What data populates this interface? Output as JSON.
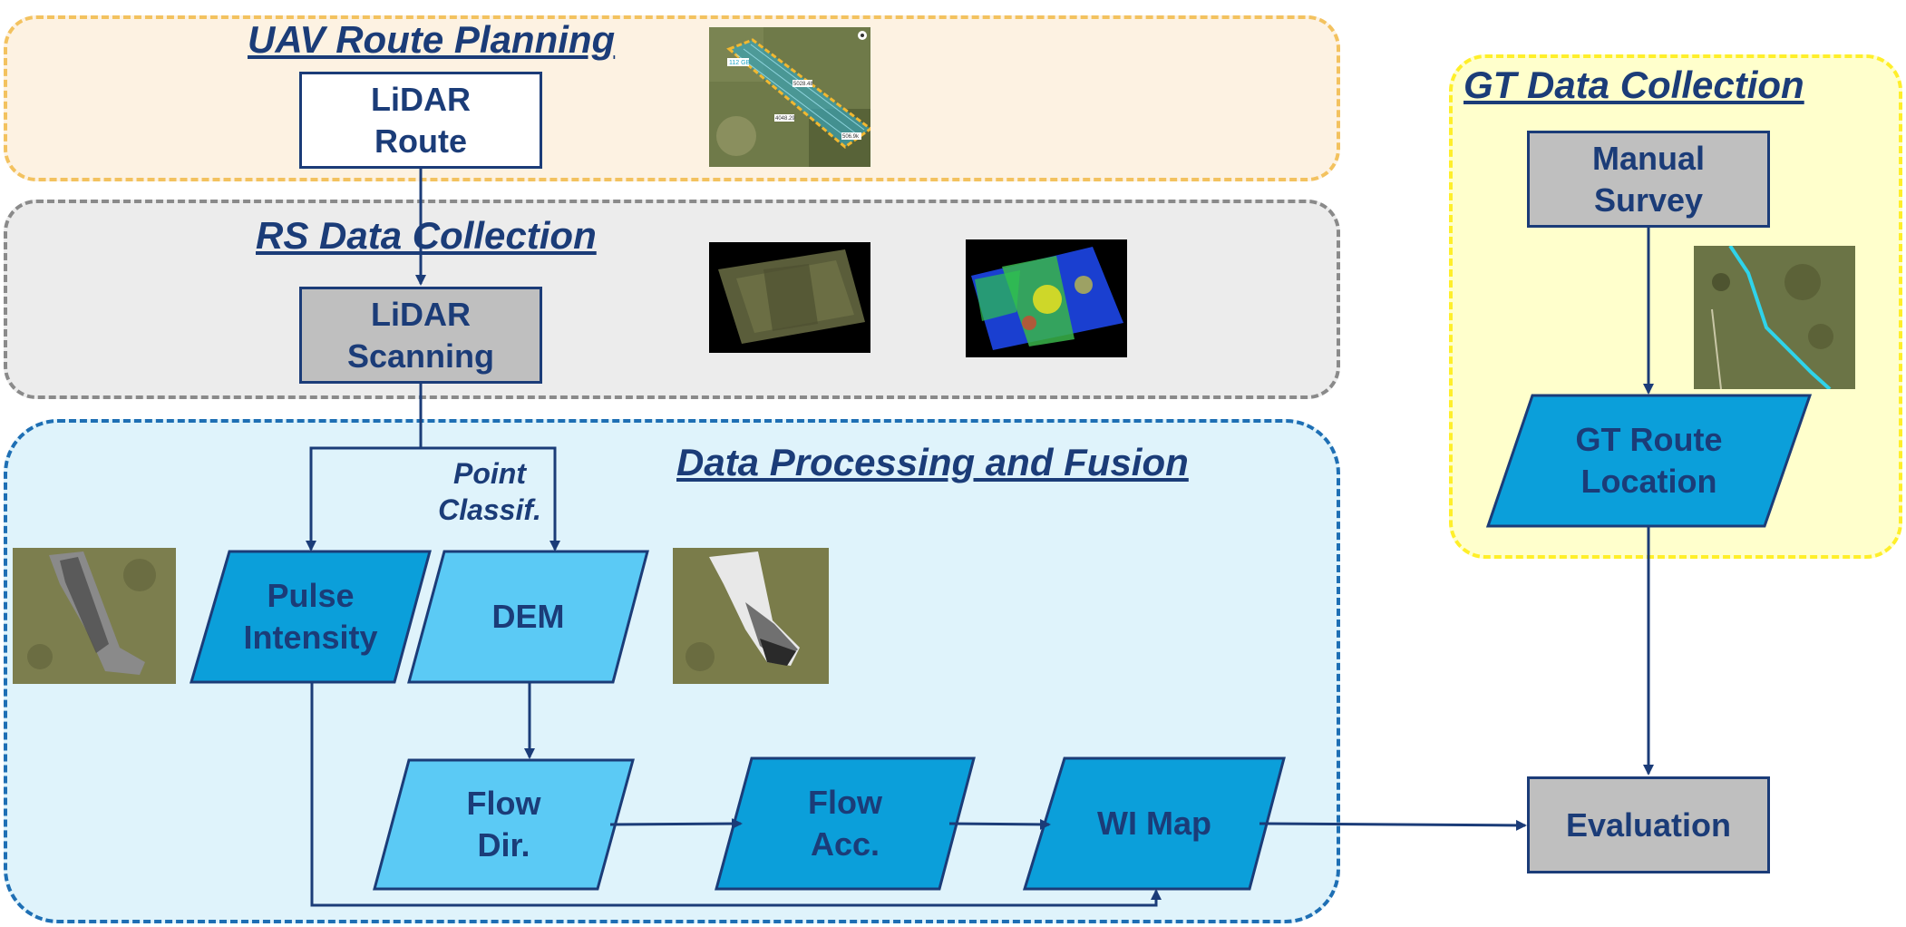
{
  "regions": {
    "uav": {
      "title": "UAV Route Planning"
    },
    "rs": {
      "title": "RS Data Collection"
    },
    "dp": {
      "title": "Data Processing and Fusion"
    },
    "gt": {
      "title": "GT Data Collection"
    }
  },
  "nodes": {
    "lidar_route": "LiDAR\nRoute",
    "lidar_scanning": "LiDAR\nScanning",
    "pulse_intensity": "Pulse\nIntensity",
    "dem": "DEM",
    "flow_dir": "Flow\nDir.",
    "flow_acc": "Flow\nAcc.",
    "wi_map": "WI Map",
    "manual_survey": "Manual\nSurvey",
    "gt_route_location": "GT Route\nLocation",
    "evaluation": "Evaluation"
  },
  "edge_labels": {
    "point_classif": "Point\nClassif."
  },
  "route_map_labels": [
    "112 GB",
    "5028.48",
    "4048.29",
    "506.9k"
  ],
  "colors": {
    "navy": "#1b3c78",
    "para_dark": "#0b9fda",
    "para_light": "#5bcaf5",
    "rect_gray": "#bfbfbf"
  }
}
